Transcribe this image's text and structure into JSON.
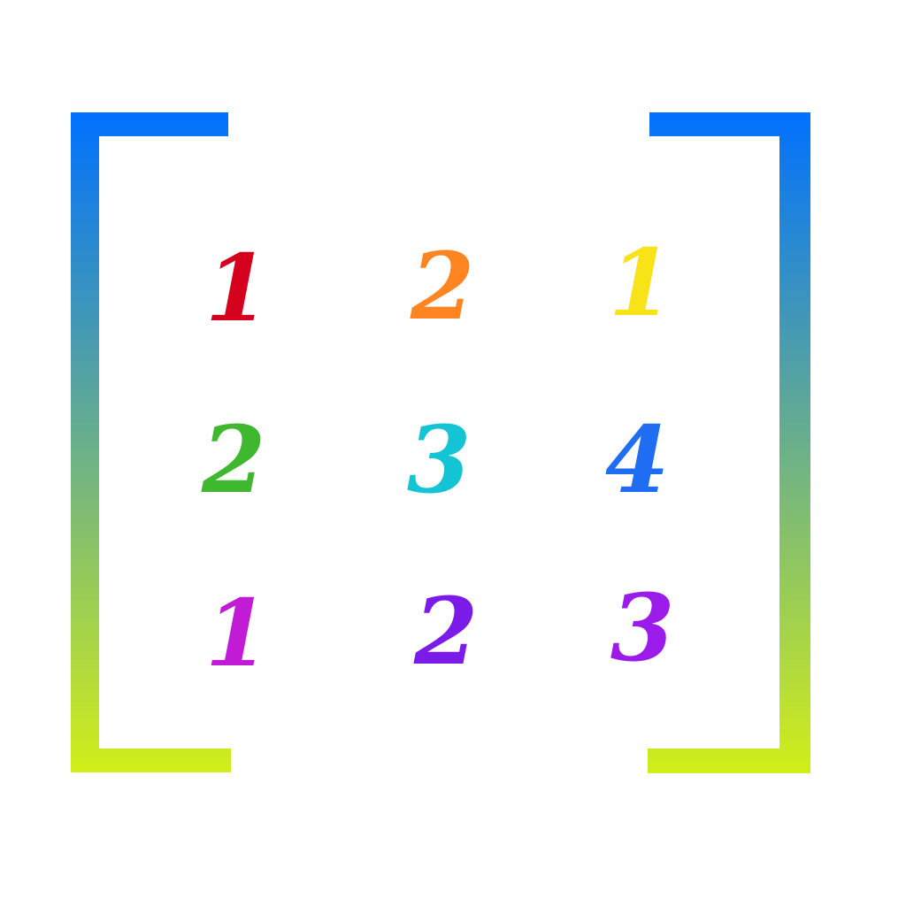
{
  "matrix": {
    "rows": [
      [
        {
          "value": "1",
          "color": "#D4001E"
        },
        {
          "value": "2",
          "color": "#FF8422"
        },
        {
          "value": "1",
          "color": "#F7E318"
        }
      ],
      [
        {
          "value": "2",
          "color": "#3FB72E"
        },
        {
          "value": "3",
          "color": "#14C4D4"
        },
        {
          "value": "4",
          "color": "#1E6DF2"
        }
      ],
      [
        {
          "value": "1",
          "color": "#C21BD6"
        },
        {
          "value": "2",
          "color": "#7B1BEA"
        },
        {
          "value": "3",
          "color": "#9A1BEA"
        }
      ]
    ]
  },
  "brackets": {
    "gradient_top": "#0070FF",
    "gradient_bottom": "#D2EE18"
  }
}
